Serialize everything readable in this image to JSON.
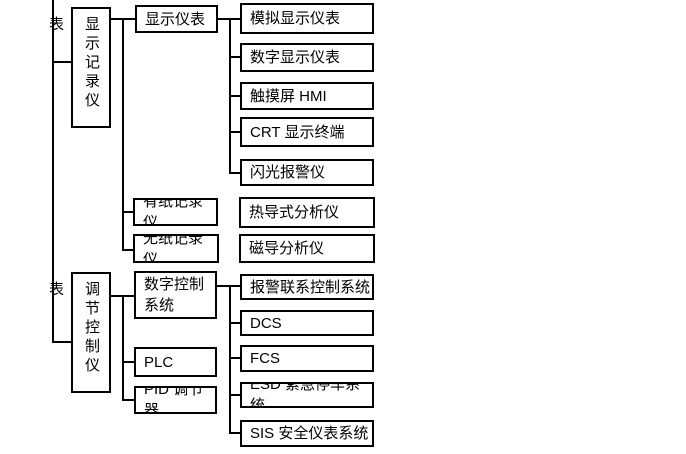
{
  "tree": {
    "display_group": {
      "label": "显示记录仪表",
      "children": [
        {
          "label": "显示仪表",
          "children": [
            "模拟显示仪表",
            "数字显示仪表",
            "触摸屏 HMI",
            "CRT 显示终端",
            "闪光报警仪"
          ]
        },
        {
          "label": "有纸记录仪"
        },
        {
          "label": "无纸记录仪"
        }
      ]
    },
    "analyzers": [
      "热导式分析仪",
      "磁导分析仪"
    ],
    "control_group": {
      "label": "调节控制仪表",
      "children": [
        {
          "label": "数字控制系统",
          "children": [
            "报警联系控制系统",
            "DCS",
            "FCS",
            "ESD 紧急停车系统",
            "SIS 安全仪表系统"
          ]
        },
        {
          "label": "PLC"
        },
        {
          "label": "PID 调节器"
        }
      ]
    }
  },
  "colors": {
    "line": "#000000",
    "box_border": "#000000",
    "background": "#ffffff",
    "text": "#000000"
  }
}
